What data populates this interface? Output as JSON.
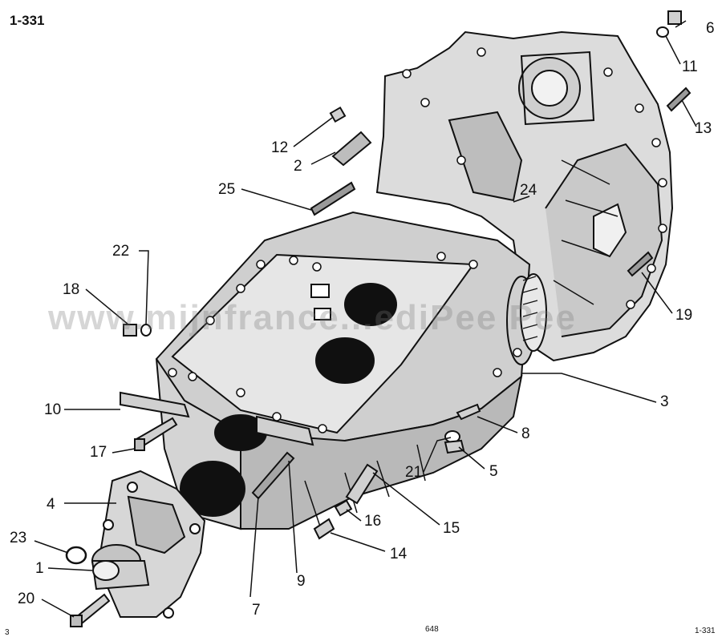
{
  "header": {
    "figure_id": "1-331"
  },
  "footer": {
    "left": "3",
    "center": "648",
    "right": "1-331"
  },
  "watermark": "www.mijnfrance...ediPee Pee",
  "callouts": {
    "c1": "1",
    "c2": "2",
    "c3": "3",
    "c4": "4",
    "c5": "5",
    "c6": "6",
    "c7": "7",
    "c8": "8",
    "c9": "9",
    "c10": "10",
    "c11": "11",
    "c12": "12",
    "c13": "13",
    "c14": "14",
    "c15": "15",
    "c16": "16",
    "c17": "17",
    "c18": "18",
    "c19": "19",
    "c20": "20",
    "c21": "21",
    "c22": "22",
    "c23": "23",
    "c24": "24",
    "c25": "25"
  },
  "colors": {
    "ink": "#111111",
    "metal": "#d9d9d9",
    "shadow": "#8a8a8a",
    "hole": "#101010"
  }
}
